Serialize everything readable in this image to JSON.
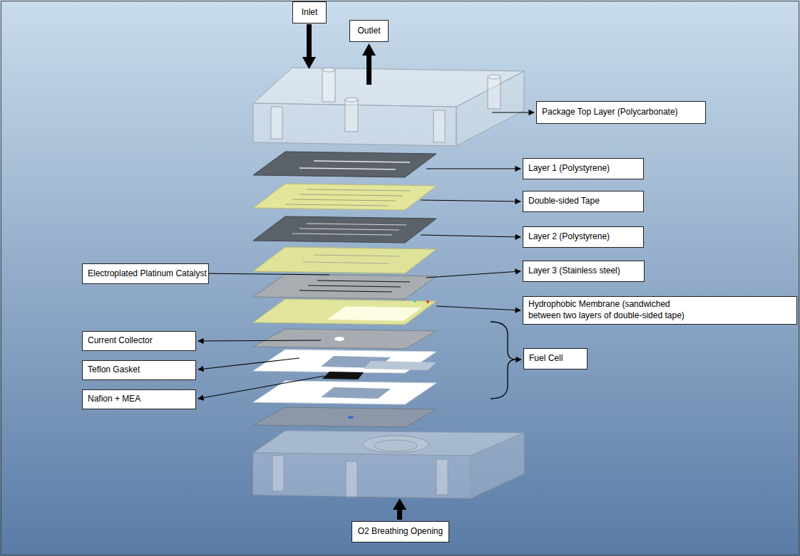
{
  "diagram": {
    "nodes": [
      {
        "text": [
          "Inlet"
        ]
      },
      {
        "text": [
          "Outlet"
        ]
      },
      {
        "text": [
          "Package Top Layer (Polycarbonate)"
        ]
      },
      {
        "text": [
          "Layer 1 (Polystyrene)"
        ]
      },
      {
        "text": [
          "Double-sided Tape"
        ]
      },
      {
        "text": [
          "Layer 2 (Polystyrene)"
        ]
      },
      {
        "text": [
          "Electroplated Platinum Catalyst"
        ]
      },
      {
        "text": [
          "Layer 3 (Stainless steel)"
        ]
      },
      {
        "text": [
          "Hydrophobic Membrane (sandwiched between two layers of double-sided tape)"
        ]
      },
      {
        "text": [
          "Current Collector"
        ]
      },
      {
        "text": [
          "Teflon Gasket"
        ]
      },
      {
        "text": [
          "Fuel Cell"
        ]
      },
      {
        "text": [
          "Nafion + MEA"
        ]
      },
      {
        "text": [
          "O2 Breathing Opening"
        ]
      }
    ]
  }
}
